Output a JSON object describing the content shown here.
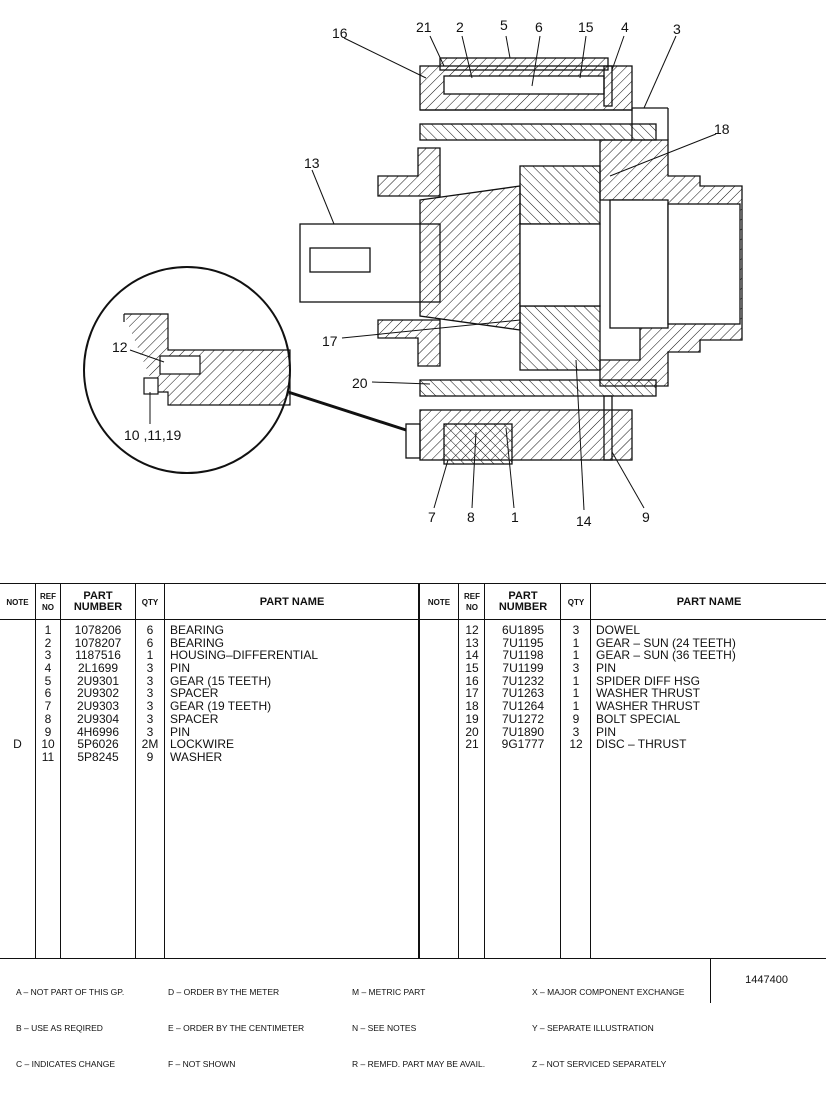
{
  "figure": {
    "callouts": [
      "16",
      "21",
      "2",
      "5",
      "6",
      "15",
      "4",
      "3",
      "18",
      "13",
      "17",
      "20",
      "12",
      "10 ,11,19",
      "7",
      "8",
      "1",
      "14",
      "9"
    ]
  },
  "table": {
    "headers": {
      "note": "NOTE",
      "ref_no": "REF NO",
      "part_number": "PART NUMBER",
      "qty": "QTY",
      "part_name": "PART NAME"
    },
    "left_rows": [
      {
        "note": "",
        "ref": "1",
        "part": "1078206",
        "qty": "6",
        "name": "BEARING"
      },
      {
        "note": "",
        "ref": "2",
        "part": "1078207",
        "qty": "6",
        "name": "BEARING"
      },
      {
        "note": "",
        "ref": "3",
        "part": "1187516",
        "qty": "1",
        "name": "HOUSING–DIFFERENTIAL"
      },
      {
        "note": "",
        "ref": "4",
        "part": "2L1699",
        "qty": "3",
        "name": "PIN"
      },
      {
        "note": "",
        "ref": "5",
        "part": "2U9301",
        "qty": "3",
        "name": "GEAR (15 TEETH)"
      },
      {
        "note": "",
        "ref": "6",
        "part": "2U9302",
        "qty": "3",
        "name": "SPACER"
      },
      {
        "note": "",
        "ref": "7",
        "part": "2U9303",
        "qty": "3",
        "name": "GEAR (19 TEETH)"
      },
      {
        "note": "",
        "ref": "8",
        "part": "2U9304",
        "qty": "3",
        "name": "SPACER"
      },
      {
        "note": "",
        "ref": "9",
        "part": "4H6996",
        "qty": "3",
        "name": "PIN"
      },
      {
        "note": "D",
        "ref": "10",
        "part": "5P6026",
        "qty": "2M",
        "name": "LOCKWIRE"
      },
      {
        "note": "",
        "ref": "11",
        "part": "5P8245",
        "qty": "9",
        "name": "WASHER"
      }
    ],
    "right_rows": [
      {
        "note": "",
        "ref": "12",
        "part": "6U1895",
        "qty": "3",
        "name": "DOWEL"
      },
      {
        "note": "",
        "ref": "13",
        "part": "7U1195",
        "qty": "1",
        "name": "GEAR – SUN (24 TEETH)"
      },
      {
        "note": "",
        "ref": "14",
        "part": "7U1198",
        "qty": "1",
        "name": "GEAR – SUN (36 TEETH)"
      },
      {
        "note": "",
        "ref": "15",
        "part": "7U1199",
        "qty": "3",
        "name": "PIN"
      },
      {
        "note": "",
        "ref": "16",
        "part": "7U1232",
        "qty": "1",
        "name": "SPIDER DIFF HSG"
      },
      {
        "note": "",
        "ref": "17",
        "part": "7U1263",
        "qty": "1",
        "name": "WASHER THRUST"
      },
      {
        "note": "",
        "ref": "18",
        "part": "7U1264",
        "qty": "1",
        "name": "WASHER THRUST"
      },
      {
        "note": "",
        "ref": "19",
        "part": "7U1272",
        "qty": "9",
        "name": "BOLT SPECIAL"
      },
      {
        "note": "",
        "ref": "20",
        "part": "7U1890",
        "qty": "3",
        "name": "PIN"
      },
      {
        "note": "",
        "ref": "21",
        "part": "9G1777",
        "qty": "12",
        "name": "DISC – THRUST"
      }
    ]
  },
  "legend": {
    "col1": [
      "A – NOT PART OF THIS GP.",
      "B – USE AS REQIRED",
      "C – INDICATES CHANGE"
    ],
    "col2": [
      "D – ORDER BY THE METER",
      "E – ORDER BY THE CENTIMETER",
      "F – NOT SHOWN"
    ],
    "col3": [
      "M – METRIC PART",
      "N – SEE NOTES",
      "R – REMFD. PART MAY BE AVAIL."
    ],
    "col4": [
      "X – MAJOR COMPONENT EXCHANGE",
      "Y – SEPARATE ILLUSTRATION",
      "Z – NOT SERVICED SEPARATELY"
    ],
    "doc_number": "1447400"
  }
}
